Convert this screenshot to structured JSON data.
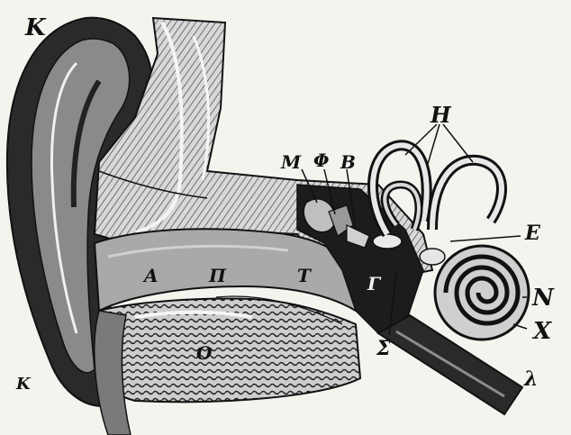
{
  "figure": {
    "labels": {
      "K_top": "K",
      "K_bottom": "K",
      "H": "H",
      "M": "M",
      "Phi": "Φ",
      "B": "B",
      "E": "E",
      "N": "N",
      "X": "X",
      "Sigma": "Σ",
      "A": "A",
      "Pi": "Π",
      "T": "T",
      "Gamma": "Γ",
      "O": "O",
      "Lambda": "λ"
    },
    "colors": {
      "ink": "#141414",
      "paper": "#f4f3ee",
      "canal": "#a9a9a9",
      "bone": "#cfcfcf",
      "dark": "#1a1a1a"
    }
  }
}
